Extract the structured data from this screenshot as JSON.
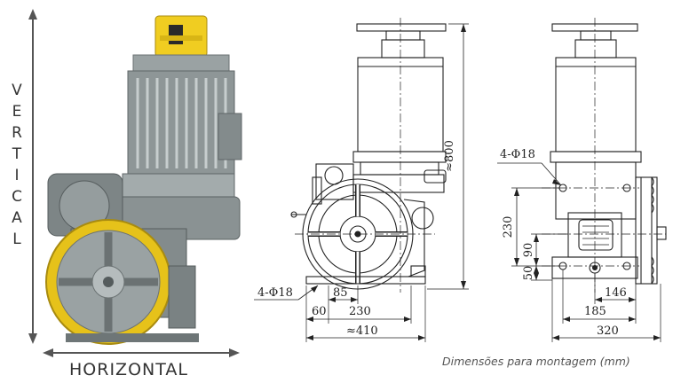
{
  "photo": {
    "vertical_label": "VERTICAL",
    "horizontal_label": "HORIZONTAL"
  },
  "drawing_front": {
    "height_dim": "≈800",
    "hole_callout": "4-Φ18",
    "dim_60": "60",
    "dim_85": "85",
    "dim_230": "230",
    "dim_410": "≈410"
  },
  "drawing_side": {
    "hole_callout": "4-Φ18",
    "dim_230": "230",
    "dim_90": "90",
    "dim_50": "50",
    "dim_146": "146",
    "dim_185": "185",
    "dim_320": "320"
  },
  "caption": "Dimensões para montagem (mm)",
  "colors": {
    "sheave_yellow": "#e6c21a",
    "machine_grey": "#8d9596",
    "line": "#222222"
  }
}
